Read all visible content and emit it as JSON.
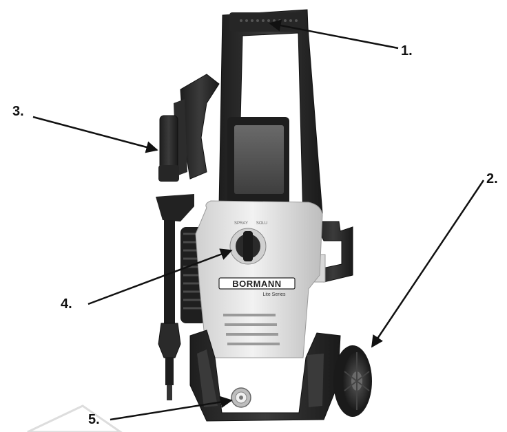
{
  "product": {
    "brand": "BORMANN",
    "series": "Lite Series",
    "dial_label_left": "SPRAY",
    "dial_label_right": "SOLU"
  },
  "callouts": [
    {
      "id": "1",
      "label": "1."
    },
    {
      "id": "2",
      "label": "2."
    },
    {
      "id": "3",
      "label": "3."
    },
    {
      "id": "4",
      "label": "4."
    },
    {
      "id": "5",
      "label": "5."
    }
  ],
  "colors": {
    "body_dark": "#2a2a2a",
    "body_light": "#e6e6e6",
    "accent_gray": "#9a9a9a",
    "ink": "#111111"
  }
}
